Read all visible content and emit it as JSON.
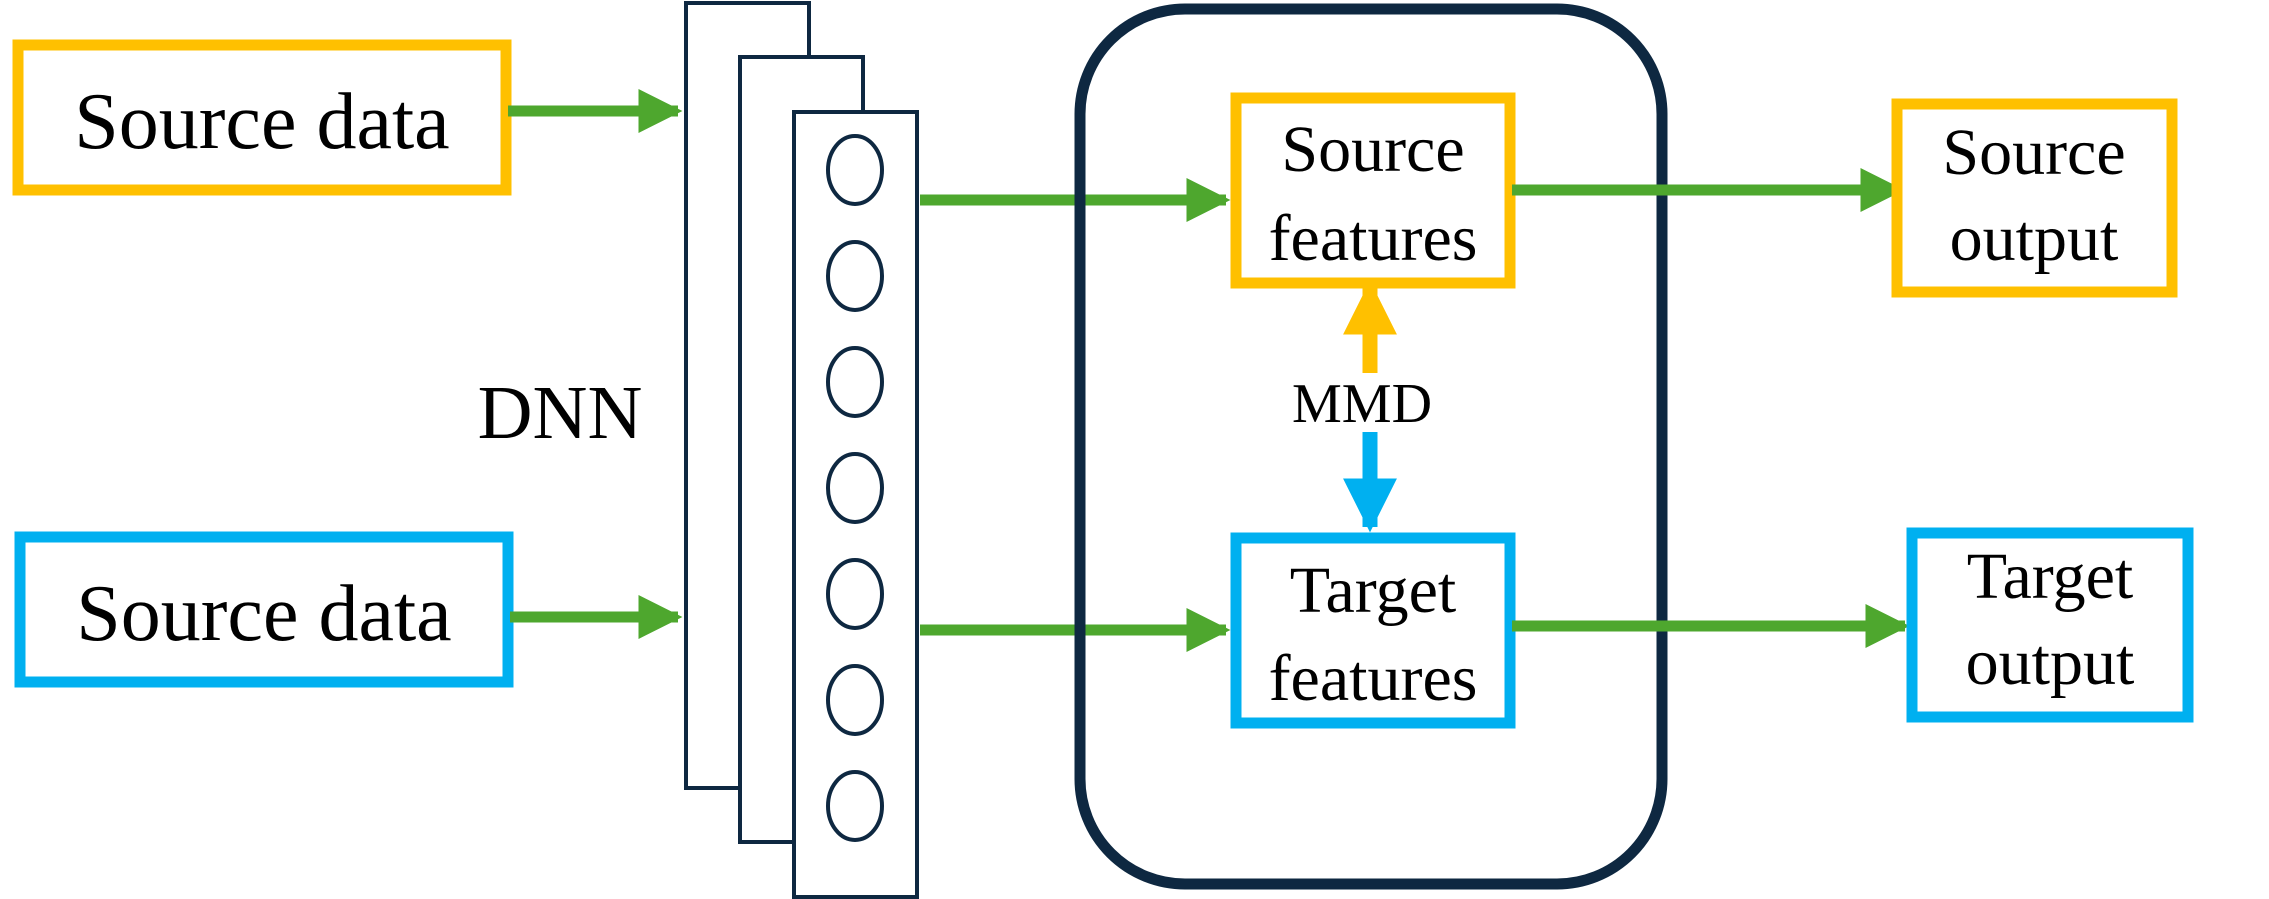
{
  "colors": {
    "source": "#FFC000",
    "target": "#00B0F0",
    "arrow": "#4EA72E",
    "dark": "#0E2841",
    "text": "#000000"
  },
  "inputs": {
    "source_box": {
      "label": "Source data"
    },
    "target_box": {
      "label": "Source data"
    }
  },
  "dnn": {
    "label": "DNN",
    "neuron_count": 7
  },
  "features": {
    "source": {
      "line1": "Source",
      "line2": "features"
    },
    "target": {
      "line1": "Target",
      "line2": "features"
    },
    "mmd_label": "MMD"
  },
  "outputs": {
    "source": {
      "line1": "Source",
      "line2": "output"
    },
    "target": {
      "line1": "Target",
      "line2": "output"
    }
  }
}
